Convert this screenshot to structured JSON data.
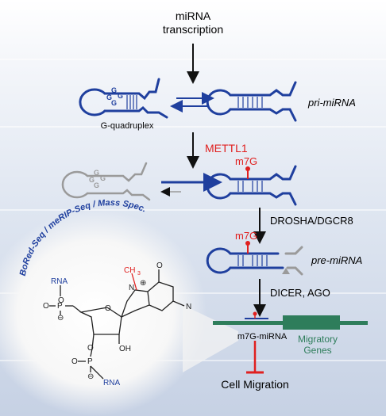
{
  "steps": {
    "transcription": [
      "miRNA",
      "transcription"
    ],
    "g_quadruplex": "G-quadruplex",
    "pri_mirna": "pri-miRNA",
    "methyltransferase": "METTL1",
    "modification": "m7G",
    "drosha": "DROSHA/DGCR8",
    "pre_mirna": "pre-miRNA",
    "dicer": "DICER, AGO",
    "mature": "m7G-miRNA",
    "target_genes": [
      "Migratory",
      "Genes"
    ],
    "outcome": "Cell Migration"
  },
  "g_letters": [
    "G",
    "G",
    "G",
    "G"
  ],
  "methods": "BoRed-Seq / meRIP-Seq / Mass Spec.",
  "structure": {
    "rna_top": "RNA",
    "rna_bottom": "RNA",
    "methyl": "CH",
    "methyl_sub": "3",
    "plus": "⊕",
    "minus": "⊖",
    "N": "N",
    "O": "O",
    "P": "P",
    "OH": "OH",
    "NH2_label": "N"
  },
  "colors": {
    "blue": "#1f3f9e",
    "red": "#e0201f",
    "gray": "#9a9a9a",
    "green": "#2e7d5b",
    "band_light": "#eef2f8",
    "band_mid": "#dbe3ef",
    "band_dark": "#c9d4e6",
    "spot": "#f2f2f2"
  }
}
